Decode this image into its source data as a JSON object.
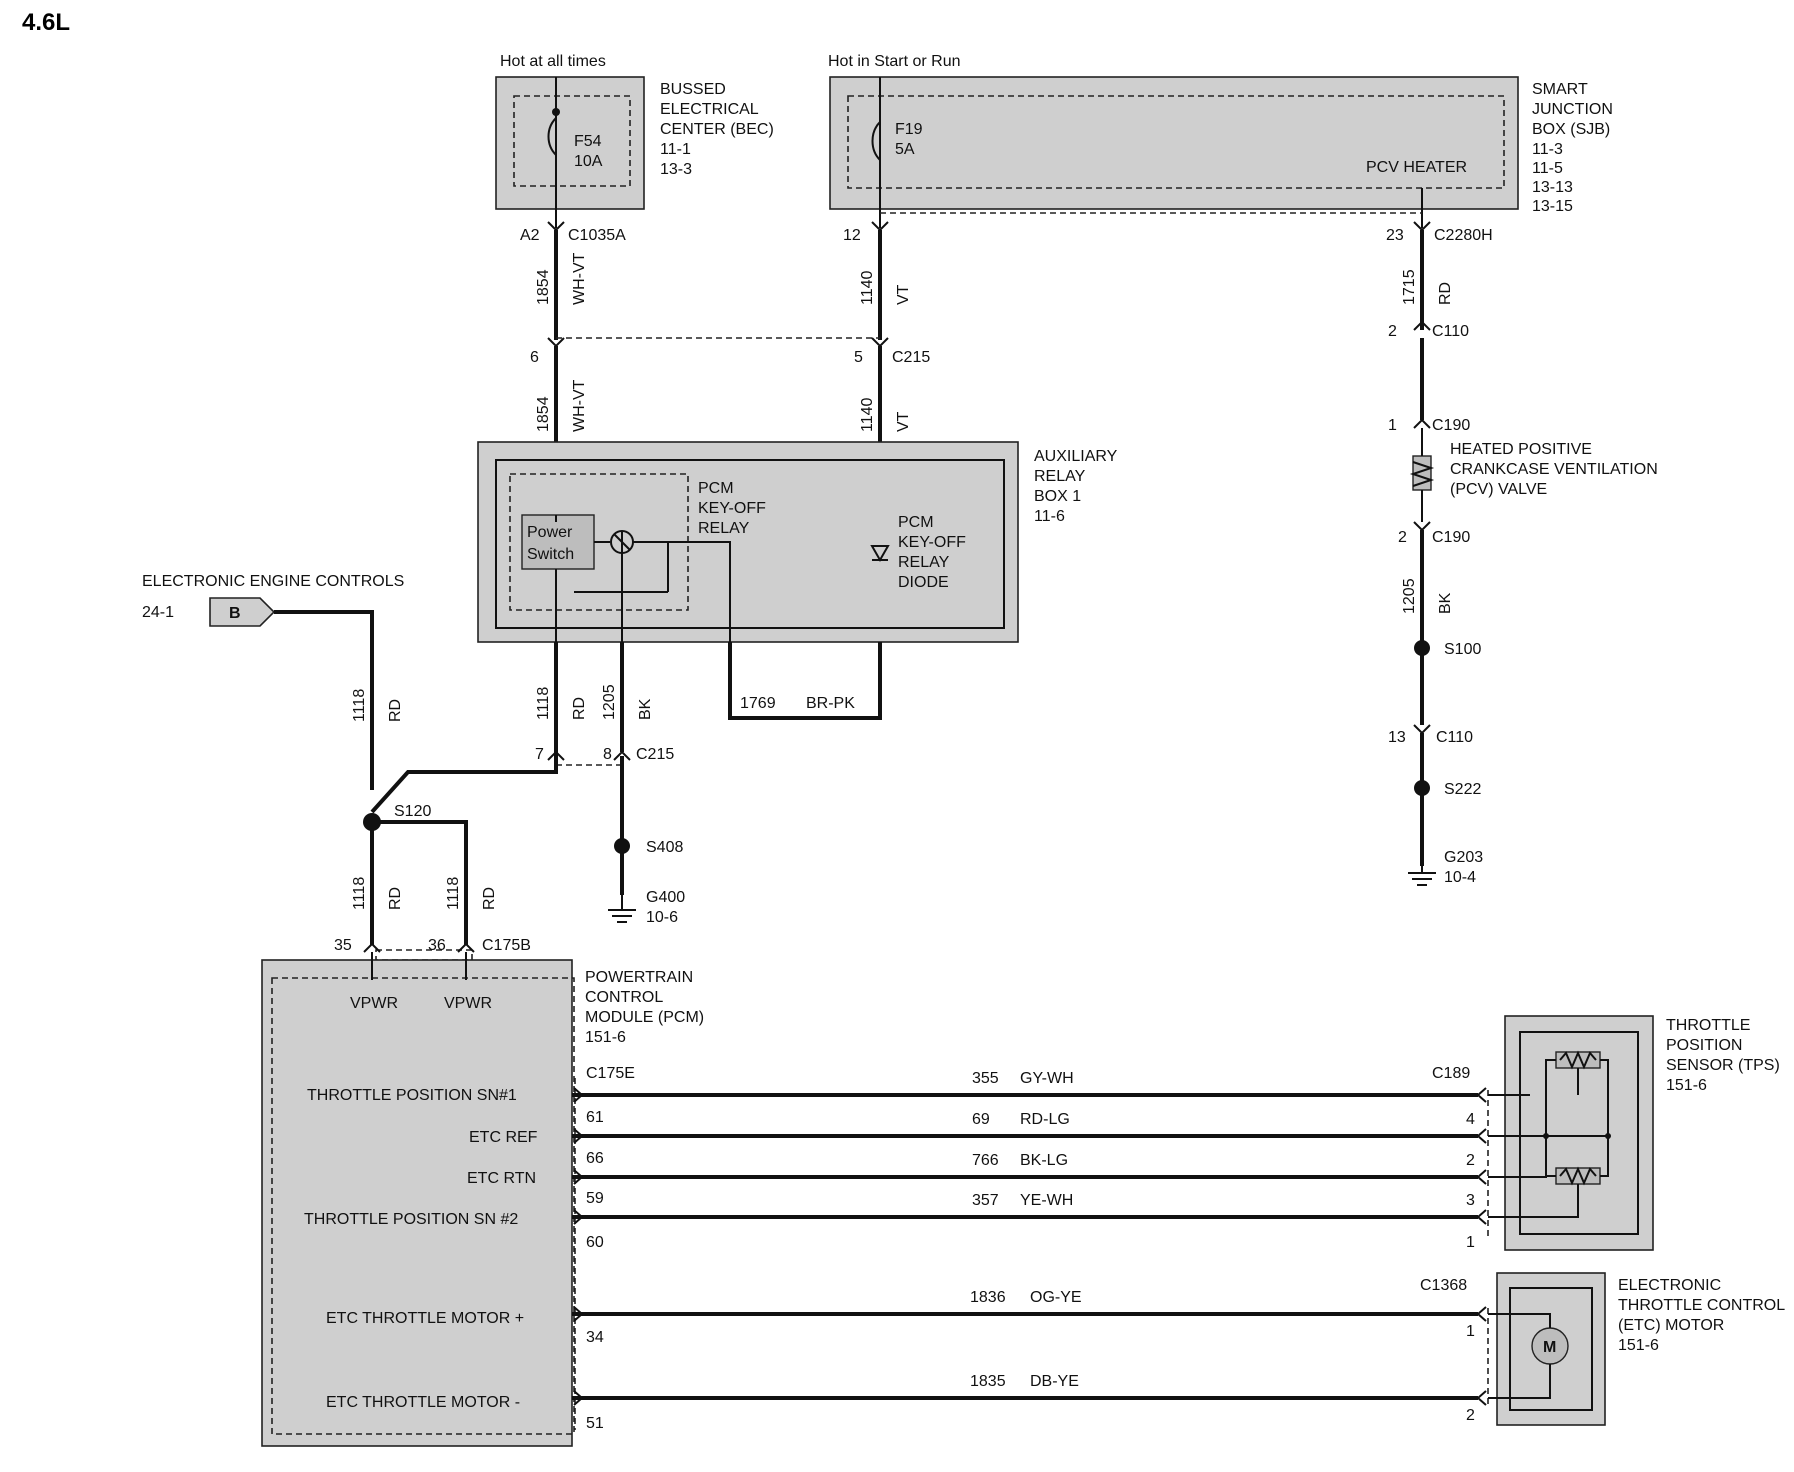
{
  "title": "4.6L",
  "power": {
    "bec_feed": "Hot at all times",
    "sjb_feed": "Hot in Start or Run"
  },
  "bec": {
    "name_lines": [
      "BUSSED",
      "ELECTRICAL",
      "CENTER (BEC)",
      "11-1",
      "13-3"
    ],
    "fuse": "F54",
    "fuse_rating": "10A",
    "pin": "A2",
    "connector": "C1035A"
  },
  "sjb": {
    "name_lines": [
      "SMART",
      "JUNCTION",
      "BOX (SJB)",
      "11-3",
      "11-5",
      "13-13",
      "13-15"
    ],
    "fuse": "F19",
    "fuse_rating": "5A",
    "internal_label": "PCV HEATER",
    "pin_left": "12",
    "pin_right": "23",
    "connector": "C2280H"
  },
  "wires": {
    "w1854": {
      "circuit": "1854",
      "color": "WH-VT"
    },
    "w1140": {
      "circuit": "1140",
      "color": "VT"
    },
    "w1715": {
      "circuit": "1715",
      "color": "RD"
    },
    "w1118": {
      "circuit": "1118",
      "color": "RD"
    },
    "w1205": {
      "circuit": "1205",
      "color": "BK"
    },
    "w1769": {
      "circuit": "1769",
      "color": "BR-PK"
    }
  },
  "c215": {
    "name": "C215",
    "pin_a": "6",
    "pin_b": "5",
    "pin_c": "7",
    "pin_d": "8"
  },
  "relay_box": {
    "name_lines": [
      "AUXILIARY",
      "RELAY",
      "BOX 1",
      "11-6"
    ],
    "relay_lines": [
      "PCM",
      "KEY-OFF",
      "RELAY"
    ],
    "switch_lines": [
      "Power",
      "Switch"
    ],
    "diode_lines": [
      "PCM",
      "KEY-OFF",
      "RELAY",
      "DIODE"
    ]
  },
  "eec": {
    "label": "ELECTRONIC ENGINE CONTROLS",
    "ref": "24-1",
    "tag": "B"
  },
  "splices": {
    "s120": "S120",
    "s408": "S408",
    "s100": "S100",
    "s222": "S222"
  },
  "grounds": {
    "g400": "G400",
    "g400_ref": "10-6",
    "g203": "G203",
    "g203_ref": "10-4"
  },
  "pcv": {
    "c110": "C110",
    "c190": "C190",
    "pin_c110_top": "2",
    "pin_c190_top": "1",
    "pin_c190_bot": "2",
    "pin_c110_bot": "13",
    "name_lines": [
      "HEATED POSITIVE",
      "CRANKCASE VENTILATION",
      "(PCV) VALVE"
    ]
  },
  "pcm": {
    "name_lines": [
      "POWERTRAIN",
      "CONTROL",
      "MODULE (PCM)",
      "151-6"
    ],
    "c175b": "C175B",
    "c175e": "C175E",
    "pin35": "35",
    "pin36": "36",
    "vpwr1": "VPWR",
    "vpwr2": "VPWR",
    "signals": [
      "THROTTLE POSITION SN#1",
      "ETC REF",
      "ETC RTN",
      "THROTTLE POSITION SN #2",
      "ETC THROTTLE MOTOR +",
      "ETC THROTTLE MOTOR -"
    ],
    "pins": [
      "61",
      "66",
      "59",
      "60",
      "34",
      "51"
    ]
  },
  "harness": [
    {
      "circuit": "355",
      "color": "GY-WH"
    },
    {
      "circuit": "69",
      "color": "RD-LG"
    },
    {
      "circuit": "766",
      "color": "BK-LG"
    },
    {
      "circuit": "357",
      "color": "YE-WH"
    },
    {
      "circuit": "1836",
      "color": "OG-YE"
    },
    {
      "circuit": "1835",
      "color": "DB-YE"
    }
  ],
  "tps": {
    "connector": "C189",
    "pins": [
      "4",
      "2",
      "3",
      "1"
    ],
    "name_lines": [
      "THROTTLE",
      "POSITION",
      "SENSOR (TPS)",
      "151-6"
    ]
  },
  "etc_motor": {
    "connector": "C1368",
    "pins": [
      "1",
      "2"
    ],
    "motor_symbol": "M",
    "name_lines": [
      "ELECTRONIC",
      "THROTTLE CONTROL",
      "(ETC) MOTOR",
      "151-6"
    ]
  }
}
